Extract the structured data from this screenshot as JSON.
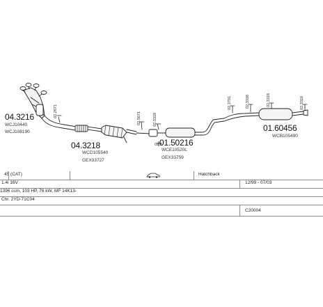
{
  "parts": [
    {
      "code": "04.3216",
      "oem": "WCJ10440",
      "oem2": "WCJ108190"
    },
    {
      "code": "04.3218",
      "oem": "WCD105540",
      "oem2": "GEX33727"
    },
    {
      "code": "01.50216",
      "oem": "WCE10520L",
      "oem2": "GEX33759"
    },
    {
      "code": "01.60456",
      "oem": "WCB105490"
    }
  ],
  "callouts": [
    "02.2671",
    "02.5671",
    "02.3318",
    "02.3701",
    "02.3318",
    "02.3318",
    "02.3318",
    "02.3"
  ],
  "info": {
    "row1": {
      "engine": "45 (CAT)",
      "body": "Hatchback"
    },
    "row2": {
      "engine": "1.4i 16V",
      "dates": "12/99 - 07/03"
    },
    "row3": {
      "spec": "1396 ccm, 103 HP, 76 kW, MF 14K13-"
    },
    "row4": {
      "spec": "Chr. 2YD-71C04"
    },
    "row5": {
      "ref": "C20004"
    }
  }
}
